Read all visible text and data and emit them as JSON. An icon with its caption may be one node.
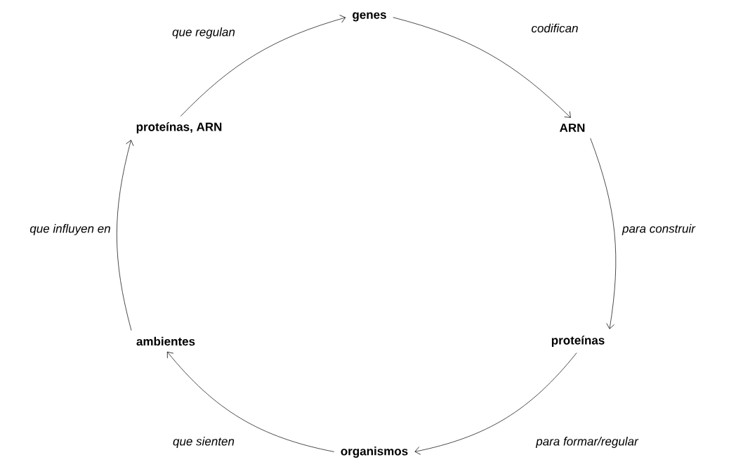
{
  "diagram": {
    "nodes": [
      {
        "text": [
          "genes"
        ]
      },
      {
        "text": [
          "ARN"
        ]
      },
      {
        "text": [
          "proteínas"
        ]
      },
      {
        "text": [
          "organismos"
        ]
      },
      {
        "text": [
          "ambientes"
        ]
      },
      {
        "text": [
          "proteínas, ARN"
        ]
      }
    ],
    "edges": [
      {
        "from": 0,
        "to": 1,
        "arrow": "to",
        "label": "codifican"
      },
      {
        "from": 1,
        "to": 2,
        "arrow": "to",
        "label": "para construir"
      },
      {
        "from": 2,
        "to": 3,
        "arrow": "to",
        "label": "para formar/regular"
      },
      {
        "from": 3,
        "to": 4,
        "arrow": "to",
        "label": "que sienten"
      },
      {
        "from": 4,
        "to": 5,
        "arrow": "to",
        "label": "que influyen en"
      },
      {
        "from": 5,
        "to": 0,
        "arrow": "to",
        "label": "que regulan"
      }
    ]
  }
}
